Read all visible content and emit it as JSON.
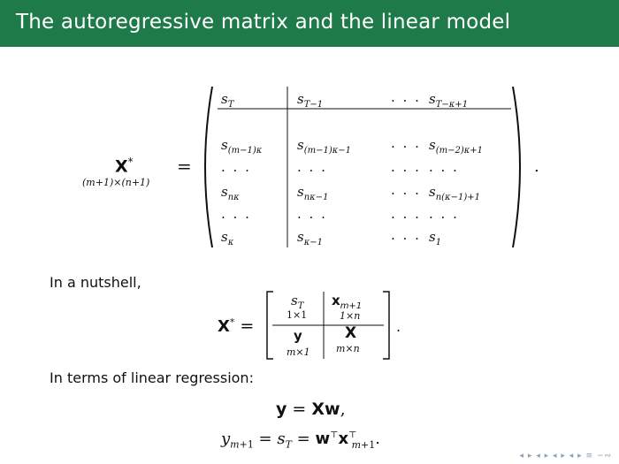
{
  "slide": {
    "title": "The autoregressive matrix and the linear model"
  },
  "matrix_top": {
    "lhs_symbol": "X*",
    "lhs_sub": "(m+1)×(n+1)",
    "equals": "=",
    "period": ".",
    "rows": [
      [
        "s_T",
        "s_T−1",
        "...",
        "s_T−κ+1"
      ],
      [
        "s_(m−1)κ",
        "s_(m−1)κ−1",
        "...",
        "s_(m−2)κ+1"
      ],
      [
        "...",
        "...",
        "...",
        "..."
      ],
      [
        "s_nκ",
        "s_nκ−1",
        "...",
        "s_n(κ−1)+1"
      ],
      [
        "...",
        "...",
        "...",
        "..."
      ],
      [
        "s_κ",
        "s_κ−1",
        "...",
        "s_1"
      ]
    ]
  },
  "nutshell": {
    "label": "In a nutshell,",
    "lhs": "X* =",
    "period": ".",
    "tl_main": "s_T",
    "tl_sub": "1×1",
    "tr_main": "x_m+1",
    "tr_sub": "1×n",
    "bl_main": "y",
    "bl_sub": "m×1",
    "br_main": "X",
    "br_sub": "m×n"
  },
  "regression": {
    "label": "In terms of linear regression:",
    "eq1": "y = Xw,",
    "eq2": "y_m+1 = s_T = wᵀxᵀ_m+1."
  },
  "nav": "◂ ▸ ◂ ▸ ◂ ▸ ◂ ▸ ≡ ∽∾"
}
